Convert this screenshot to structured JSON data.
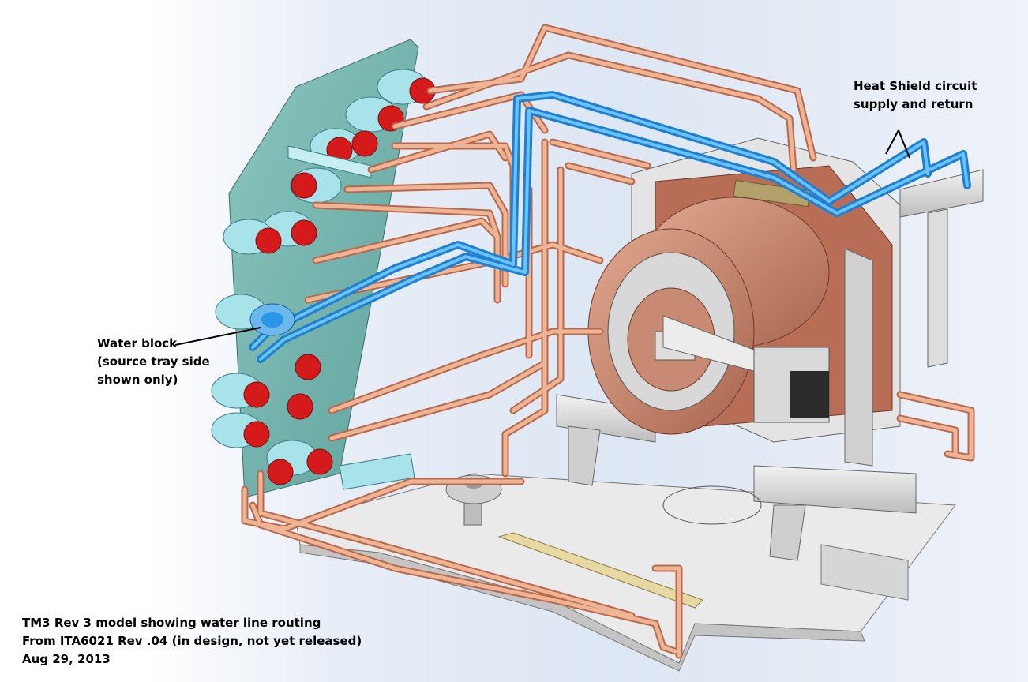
{
  "labels": {
    "heat_shield": [
      "Heat Shield circuit",
      "supply and return"
    ],
    "water_block": [
      "Water block",
      "(source tray side",
      "shown only)"
    ]
  },
  "caption": [
    "TM3 Rev 3 model showing water line routing",
    "From ITA6021 Rev .04 (in design, not yet released)",
    "Aug 29, 2013"
  ],
  "colors": {
    "copper_pipe": "#e9a37f",
    "copper_edge": "#b9684a",
    "heat_shield_pipe": "#2a96ea",
    "manifold_plate": "#7fb8b3",
    "fitting_red": "#d41a1a",
    "fitting_body": "#a9e3ea",
    "flange_copper": "#c98a73",
    "frame_gray": "#d9d9d9"
  }
}
